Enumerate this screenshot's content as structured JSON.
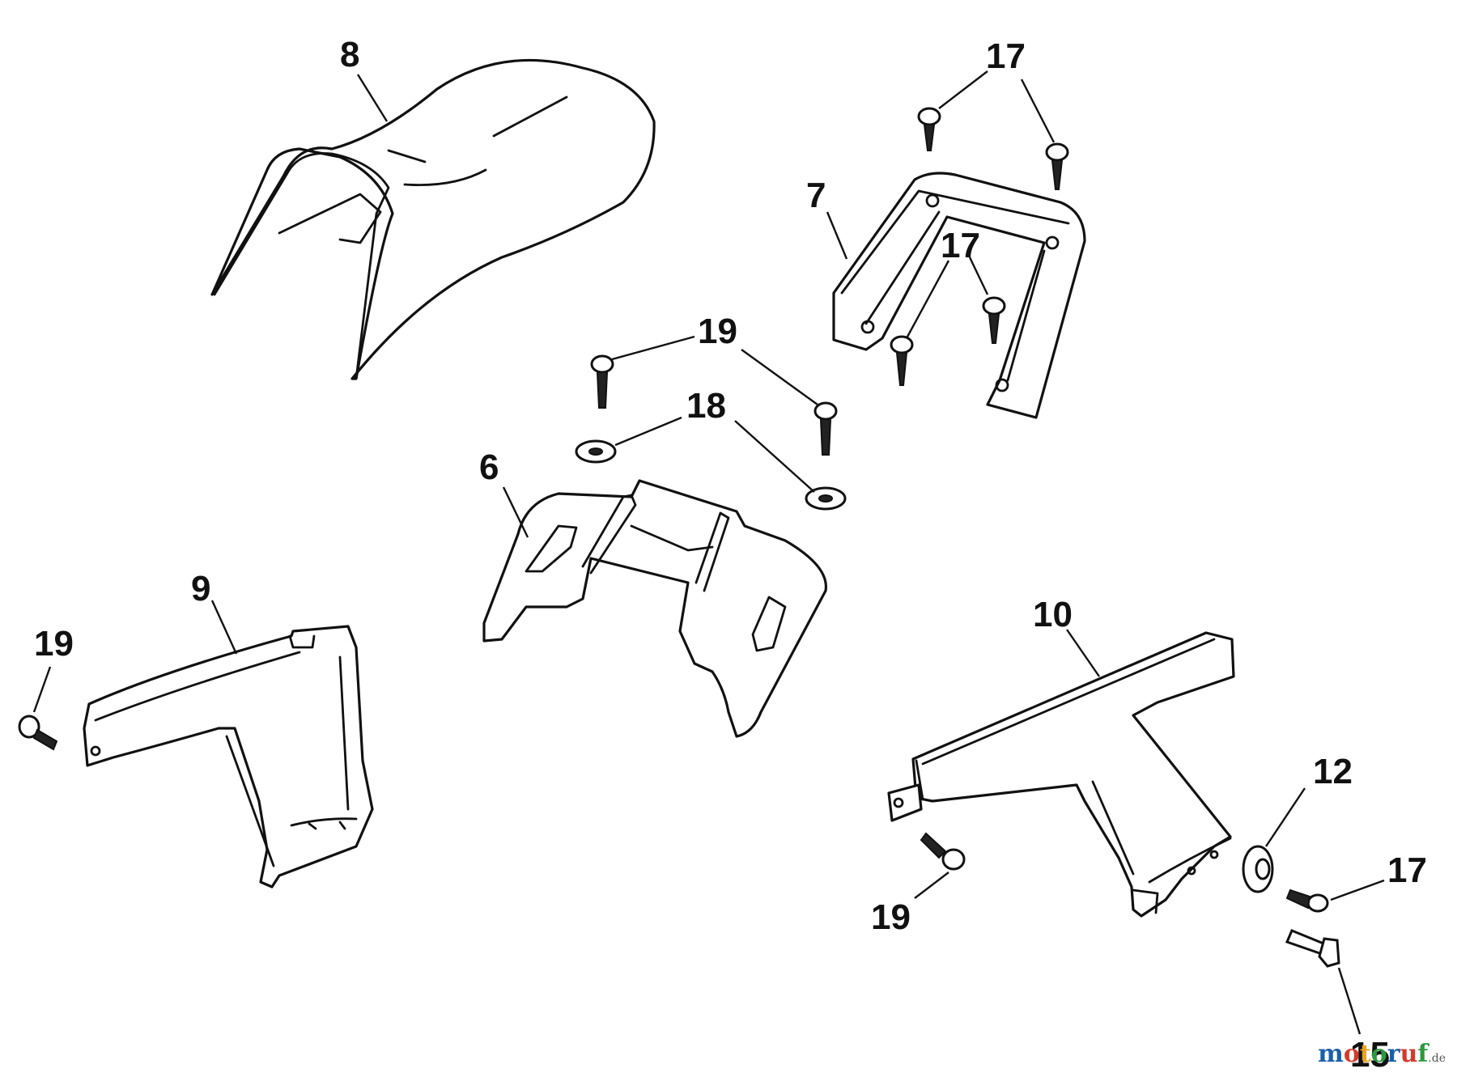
{
  "callouts": {
    "c8": "8",
    "c7": "7",
    "c6": "6",
    "c9": "9",
    "c10": "10",
    "c12": "12",
    "c15": "15",
    "c17a": "17",
    "c17b": "17",
    "c17c": "17",
    "c18": "18",
    "c19a": "19",
    "c19b": "19",
    "c19c": "19"
  },
  "watermark": {
    "text": "motoruf",
    "suffix": ".de",
    "colors": [
      "#1b5fa8",
      "#d63a2a",
      "#e8a21b",
      "#2b9a3d",
      "#1b5fa8",
      "#d63a2a",
      "#2b9a3d"
    ]
  }
}
